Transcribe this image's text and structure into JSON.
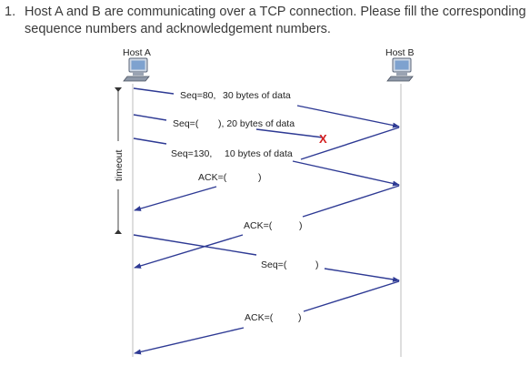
{
  "question": {
    "number": "1.",
    "text": "Host A and B are communicating over a TCP connection. Please fill the corresponding sequence numbers and acknowledgement numbers."
  },
  "hosts": {
    "a": "Host A",
    "b": "Host B"
  },
  "timeout_label": "timeout",
  "labels": {
    "seg1_seq": "Seq=80,",
    "seg1_data": "30 bytes of data",
    "seg2_seq": "Seq=(",
    "seg2_data": "), 20 bytes of data",
    "seg3_seq": "Seq=130,",
    "seg3_data": "10 bytes of data",
    "ack1_open": "ACK=(",
    "ack1_close": ")",
    "ack2_open": "ACK=(",
    "ack2_close": ")",
    "seg4_open": "Seq=(",
    "seg4_close": ")",
    "ack3_open": "ACK=(",
    "ack3_close": ")"
  },
  "loss_marker": "X",
  "colors": {
    "arrow": "#2e3a94",
    "loss": "#d42020",
    "timeline": "#c8c8c8"
  }
}
